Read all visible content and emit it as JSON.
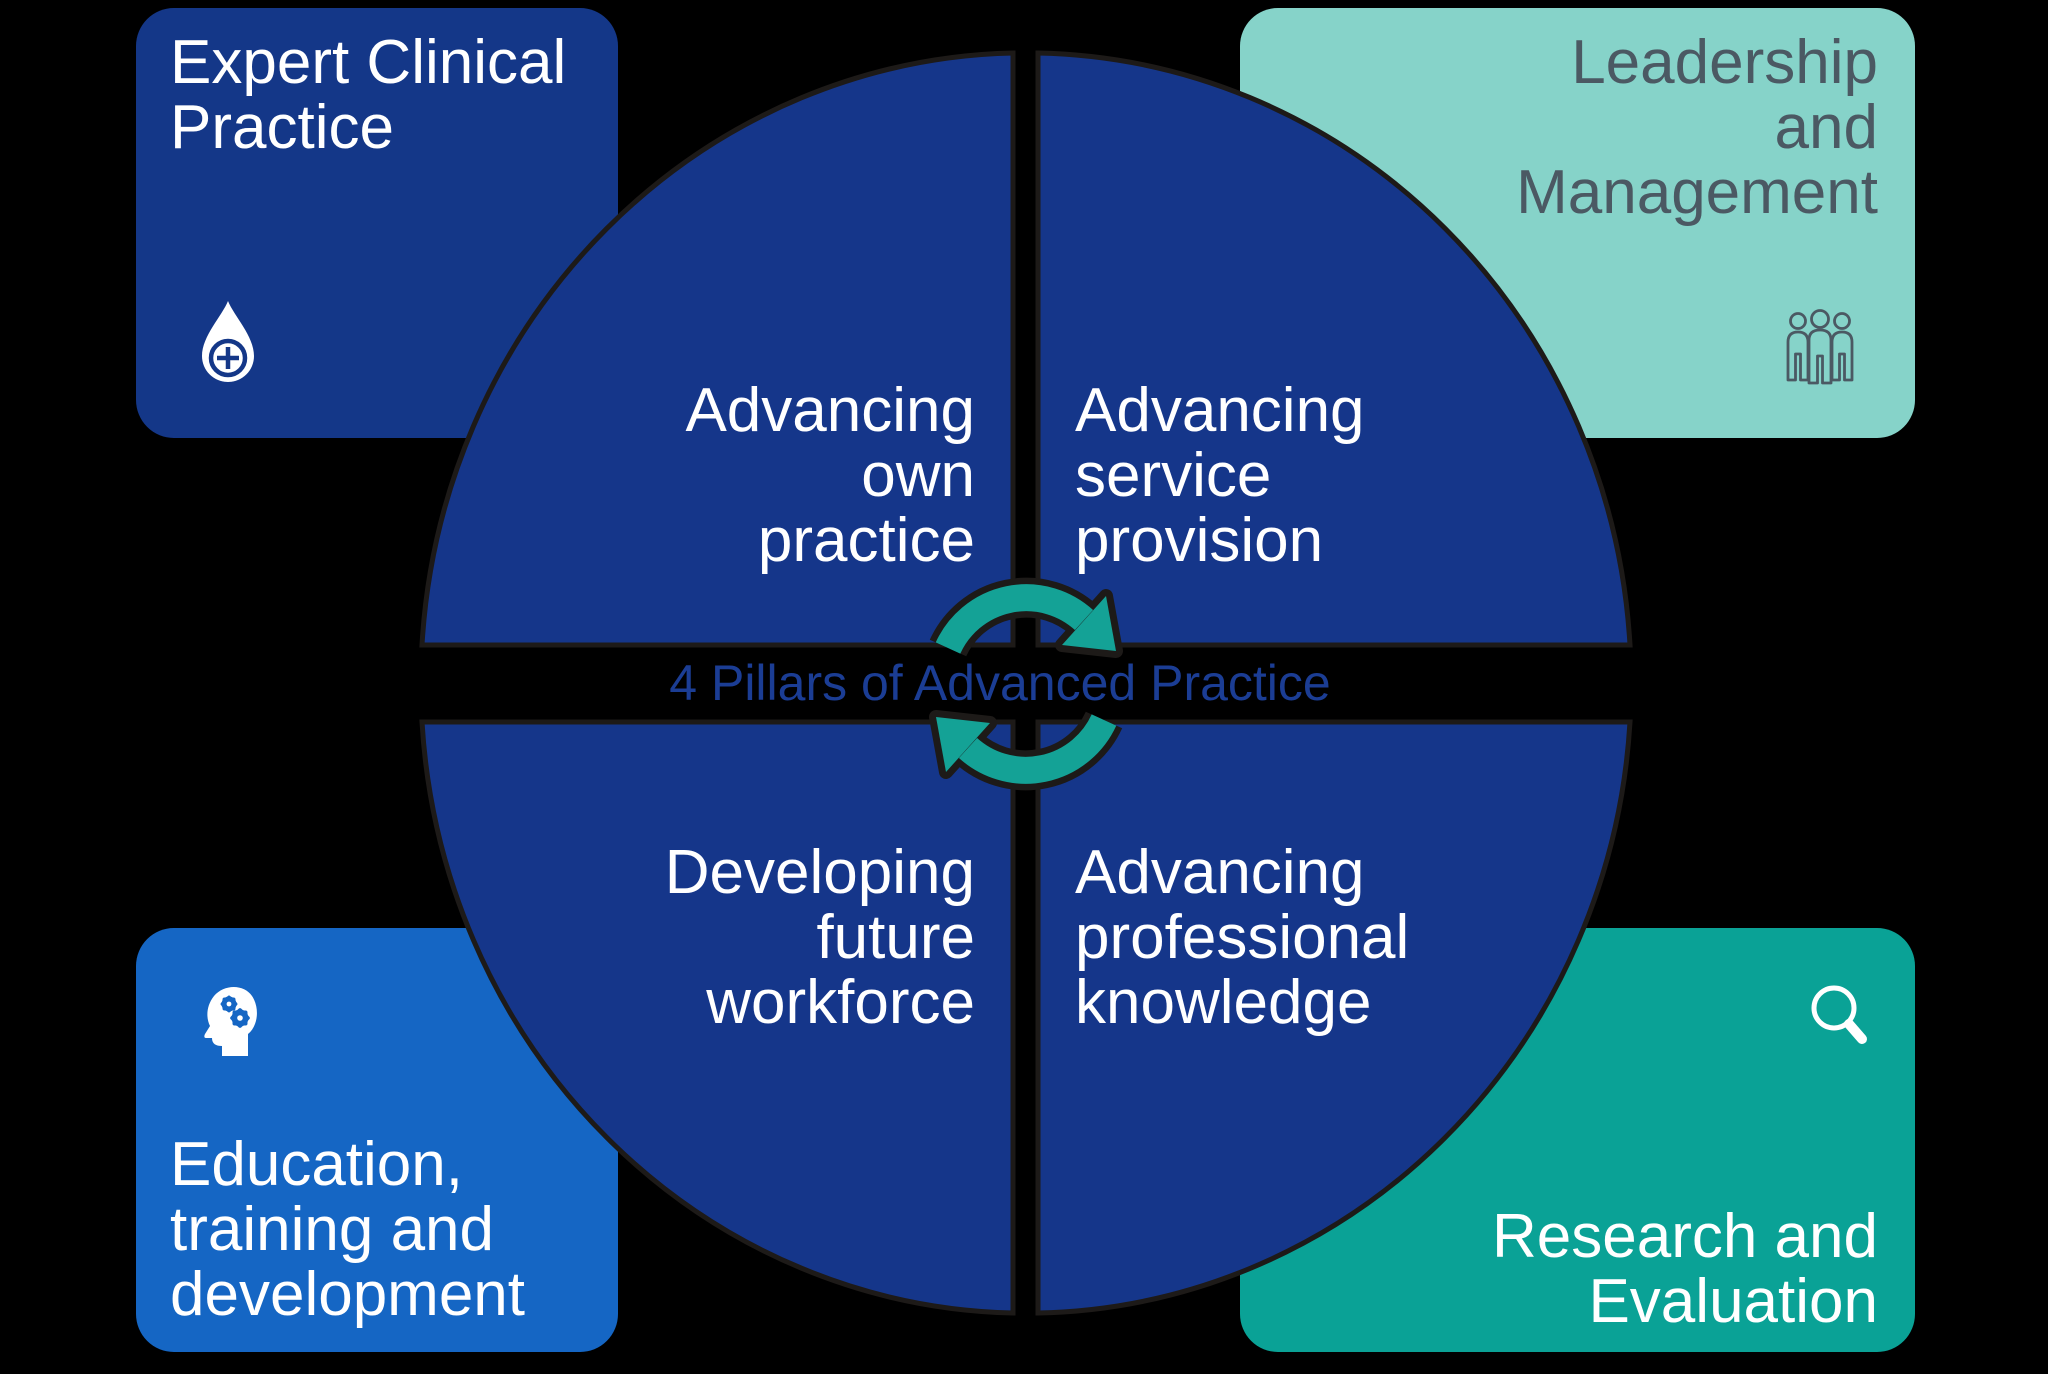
{
  "canvas": {
    "background": "#000000"
  },
  "center": {
    "title": "4 Pillars of Advanced Practice",
    "title_color": "#1B3D94",
    "arrow_color": "#14A296",
    "cycle_icon": "cycle-arrows-icon"
  },
  "quadrants": {
    "fill": "#15368A",
    "outline": "#1D1A18",
    "text_color": "#FFFFFF",
    "top_left": {
      "label": "Advancing\nown\npractice"
    },
    "top_right": {
      "label": "Advancing\nservice\nprovision"
    },
    "bottom_left": {
      "label": "Developing\nfuture\nworkforce"
    },
    "bottom_right": {
      "label": "Advancing\nprofessional\nknowledge"
    }
  },
  "cards": {
    "expert": {
      "label": "Expert Clinical\nPractice",
      "bg": "#143788",
      "text_color": "#FFFFFF",
      "icon": "droplet-plus-icon"
    },
    "leadership": {
      "label": "Leadership\nand\nManagement",
      "bg": "#86D3C9",
      "text_color": "#4B5963",
      "icon": "people-icon"
    },
    "education": {
      "label": "Education,\ntraining and\ndevelopment",
      "bg": "#1566C4",
      "text_color": "#FFFFFF",
      "icon": "head-gears-icon"
    },
    "research": {
      "label": "Research and\nEvaluation",
      "bg": "#0AA296",
      "text_color": "#FFFFFF",
      "icon": "search-icon"
    }
  }
}
